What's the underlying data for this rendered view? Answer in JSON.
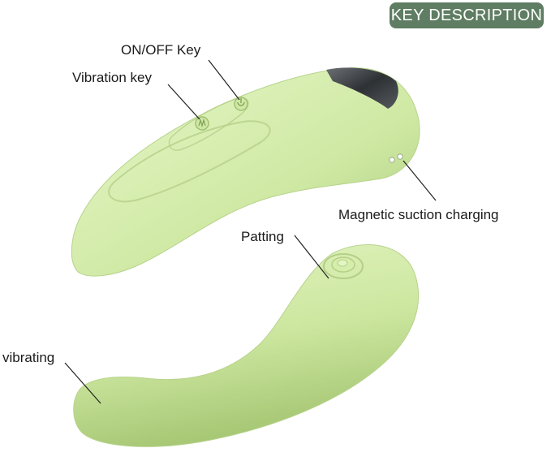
{
  "header": {
    "badge": "KEY DESCRIPTION"
  },
  "labels": {
    "on_off": "ON/OFF Key",
    "vibration": "Vibration key",
    "magnetic": "Magnetic suction charging",
    "patting": "Patting",
    "vibrating": "vibrating"
  },
  "colors": {
    "body": "#cfe9a4",
    "badge": "#5e7d62",
    "window": "#3a3d40"
  }
}
